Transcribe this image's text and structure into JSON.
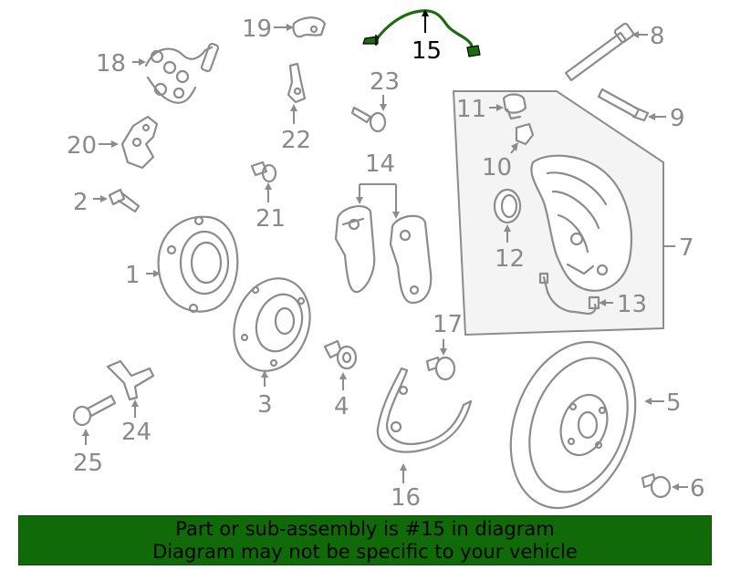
{
  "colors": {
    "banner_bg": "#0f6a07",
    "highlight_part": "#1e6b12",
    "callout_gray": "#8a8a8a",
    "line_gray": "#8c8c8c",
    "panel_fill": "#f4f4f4"
  },
  "callouts": {
    "c1": "1",
    "c2": "2",
    "c3": "3",
    "c4": "4",
    "c5": "5",
    "c6": "6",
    "c7": "7",
    "c8": "8",
    "c9": "9",
    "c10": "10",
    "c11": "11",
    "c12": "12",
    "c13": "13",
    "c14": "14",
    "c15": "15",
    "c16": "16",
    "c17": "17",
    "c18": "18",
    "c19": "19",
    "c20": "20",
    "c21": "21",
    "c22": "22",
    "c23": "23",
    "c24": "24",
    "c25": "25"
  },
  "highlighted_part": "15",
  "banner": {
    "line1": "Part or sub-assembly is #15 in diagram",
    "line2": "Diagram may not be specific to your vehicle"
  }
}
